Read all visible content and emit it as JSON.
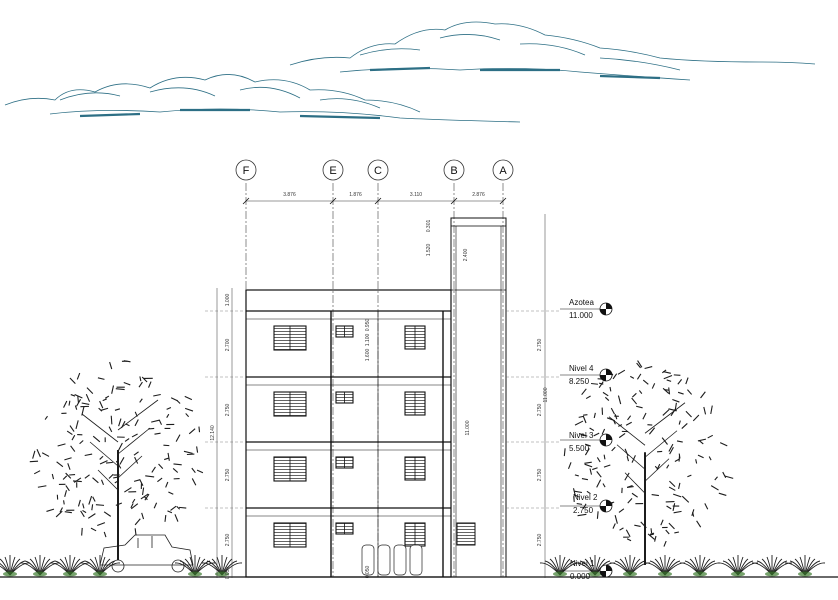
{
  "grid_axes": [
    "F",
    "E",
    "C",
    "B",
    "A"
  ],
  "grid_dimensions": [
    "3.876",
    "1.876",
    "3.110",
    "2.876"
  ],
  "levels": [
    {
      "name": "Azotea",
      "elevation": "11.000"
    },
    {
      "name": "Nivel 4",
      "elevation": "8.250"
    },
    {
      "name": "Nivel 3",
      "elevation": "5.500"
    },
    {
      "name": "Nivel 2",
      "elevation": "2.750"
    },
    {
      "name": "Nivel 1",
      "elevation": "0.000"
    }
  ],
  "left_dimensions": [
    "1.000",
    "2.700",
    "2.750",
    "2.750",
    "2.750",
    "0.050"
  ],
  "total_height": "12.140",
  "right_dimensions": [
    "2.750",
    "2.750",
    "2.750",
    "2.750"
  ],
  "right_total": "11.000",
  "parapet_dimensions": [
    "0.301",
    "1.520",
    "2.400"
  ],
  "window_dimensions": [
    "1.100",
    "1.600",
    "0.950",
    "0.050"
  ],
  "colors": {
    "cloud": "#2d6f85",
    "line": "#111111",
    "tree": "#1c1c1c",
    "shrub": "#3c7a2e"
  }
}
